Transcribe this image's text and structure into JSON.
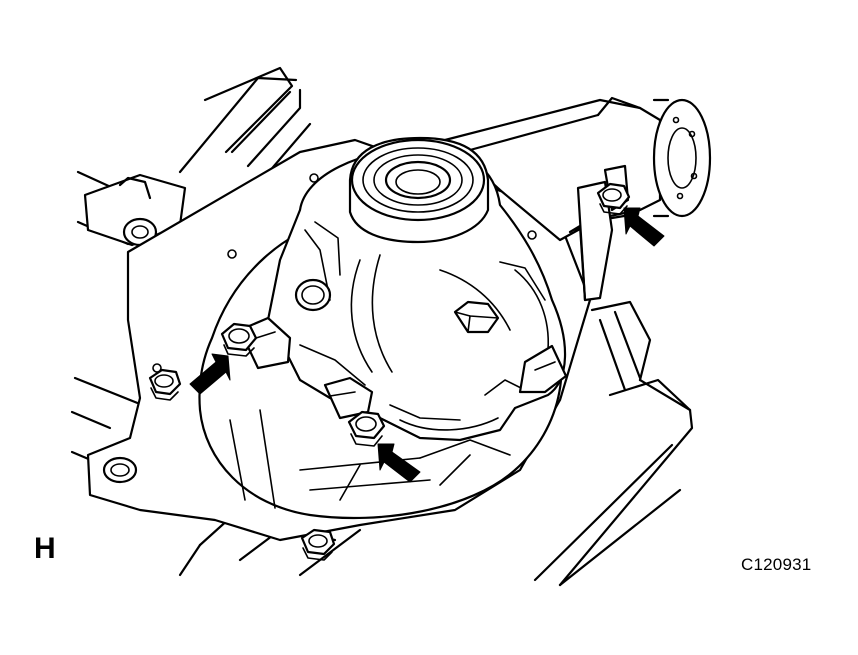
{
  "labels": {
    "step_letter": "H",
    "figure_code": "C120931"
  },
  "illustration": {
    "marked_bolts": 3,
    "arrow_icon": "black-pointer-arrow"
  },
  "colors": {
    "ink": "#000000",
    "paper": "#ffffff"
  }
}
